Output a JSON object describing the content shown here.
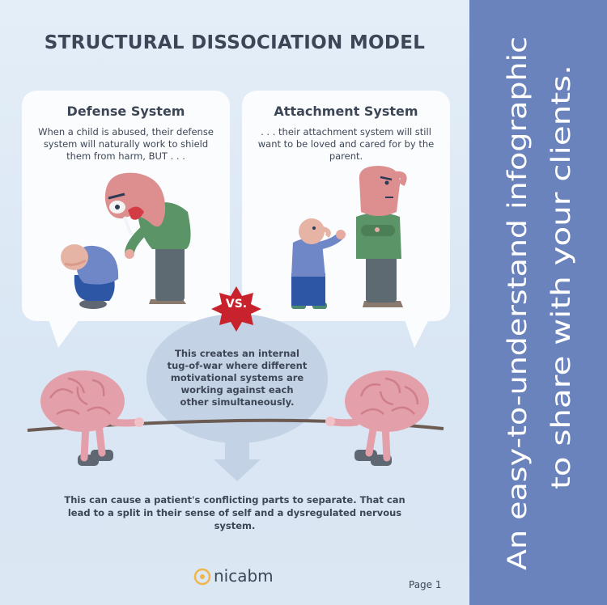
{
  "title": "STRUCTURAL DISSOCIATION MODEL",
  "defense": {
    "title": "Defense System",
    "text": "When a child is abused, their defense system will naturally work to shield them from harm, BUT . . ."
  },
  "attachment": {
    "title": "Attachment System",
    "text": ". . . their attachment system will still want to be loved and cared for by the parent."
  },
  "vs_label": "VS.",
  "bubble_text": "This creates an internal tug-of-war where different motivational systems are working against each other simultaneously.",
  "bottom_text": "This can cause a patient's conflicting parts to separate. That can lead to a split in their sense of self and a dysregulated nervous system.",
  "logo_text": "nicabm",
  "page_label": "Page 1",
  "side_text": {
    "line1": "An easy-to-understand infographic",
    "line2": "to share with your clients."
  },
  "colors": {
    "sidebar": "#6a83bd",
    "text": "#3d4656",
    "badge": "#c8232c",
    "brain": "#e4a0aa",
    "skin": "#e6aaa3",
    "shirt_green": "#5b9467",
    "shirt_blue": "#6f87c6"
  }
}
